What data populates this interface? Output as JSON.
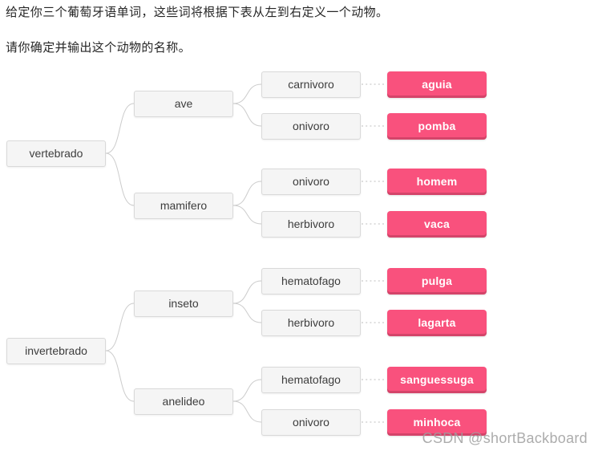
{
  "intro": {
    "line1": "给定你三个葡萄牙语单词，这些词将根据下表从左到右定义一个动物。",
    "line2": "请你确定并输出这个动物的名称。"
  },
  "hierarchy": [
    {
      "label": "vertebrado",
      "children": [
        {
          "label": "ave",
          "children": [
            {
              "label": "carnivoro",
              "animal": "aguia"
            },
            {
              "label": "onivoro",
              "animal": "pomba"
            }
          ]
        },
        {
          "label": "mamifero",
          "children": [
            {
              "label": "onivoro",
              "animal": "homem"
            },
            {
              "label": "herbivoro",
              "animal": "vaca"
            }
          ]
        }
      ]
    },
    {
      "label": "invertebrado",
      "children": [
        {
          "label": "inseto",
          "children": [
            {
              "label": "hematofago",
              "animal": "pulga"
            },
            {
              "label": "herbivoro",
              "animal": "lagarta"
            }
          ]
        },
        {
          "label": "anelideo",
          "children": [
            {
              "label": "hematofago",
              "animal": "sanguessuga"
            },
            {
              "label": "onivoro",
              "animal": "minhoca"
            }
          ]
        }
      ]
    }
  ],
  "watermark": "CSDN @shortBackboard",
  "colors": {
    "animal_bg": "#f9517d",
    "node_bg": "#f5f5f5",
    "node_border": "#d9d9d9",
    "connector": "#cccccc",
    "dotted": "#d4d4d4"
  }
}
